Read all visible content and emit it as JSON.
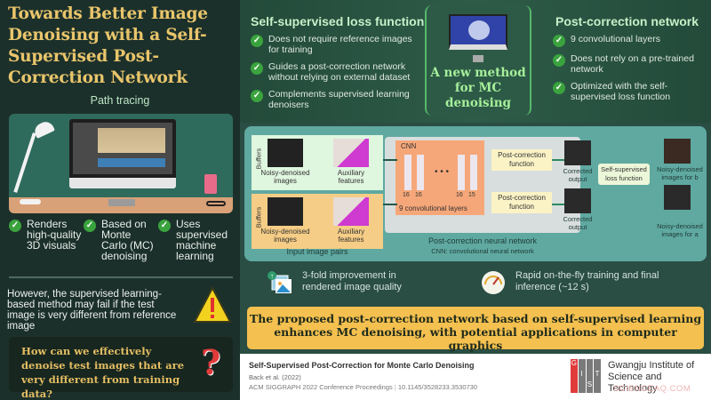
{
  "left": {
    "title": "Towards Better Image Denoising with a Self-Supervised Post-Correction Network",
    "path_tracing_label": "Path tracing",
    "features": [
      {
        "icon": "check-icon",
        "text": "Renders high-quality 3D visuals"
      },
      {
        "icon": "check-icon",
        "text": "Based on Monte Carlo (MC) denoising"
      },
      {
        "icon": "check-icon",
        "text": "Uses supervised machine learning"
      }
    ],
    "warning_text": "However, the supervised learning-based method may fail if the test image is very different from reference image",
    "warning_icon": "warning-triangle-icon",
    "question_text": "How can we effectively denoise test images that are very different from training data?",
    "question_mark": "?"
  },
  "top": {
    "loss_section": {
      "title": "Self-supervised loss function",
      "bullets": [
        "Does not require reference images for training",
        "Guides a post-correction network without relying on external dataset",
        "Complements supervised learning denoisers"
      ]
    },
    "center_text": "A new method for MC denoising",
    "network_section": {
      "title": "Post-correction network",
      "bullets": [
        "9 convolutional layers",
        "Does not rely on a pre-trained network",
        "Optimized with the self-supervised loss function"
      ]
    }
  },
  "diagram": {
    "buffer_label_a": "Buffers",
    "buffer_label_b": "Buffers",
    "noisy_denoised": "Noisy-denoised images",
    "auxiliary": "Auxiliary features",
    "input_pairs": "Input image pairs",
    "cnn_label": "CNN",
    "layer_nums": [
      "16",
      "16",
      "16",
      "15"
    ],
    "dots": "• • •",
    "conv_layers": "9 convolutional layers",
    "post_correction_function": "Post-correction function",
    "pcn_label": "Post-correction neural network",
    "cnn_note": "CNN: convolutional neural network",
    "corrected_output": "Corrected output",
    "loss_function": "Self-supervised loss function",
    "noisy_for_a": "Noisy-denoised images for a",
    "noisy_for_b": "Noisy-denoised images for b"
  },
  "highlights": [
    {
      "icon": "image-quality-icon",
      "text": "3-fold improvement in rendered image quality"
    },
    {
      "icon": "speedometer-icon",
      "text": "Rapid on-the-fly training and final inference (~12 s)"
    }
  ],
  "banner": "The proposed post-correction network based on self-supervised learning enhances MC denoising, with potential applications in computer graphics",
  "footer": {
    "paper_title": "Self-Supervised Post-Correction for Monte Carlo Denoising",
    "authors": "Back et al. (2022)",
    "venue": "ACM SIGGRAPH 2022 Conference Proceedings",
    "doi": "10.1145/3528233.3530730",
    "logo_letters": [
      "G",
      "I",
      "S",
      "T"
    ],
    "institution": "Gwangju Institute of Science and Technology",
    "watermark": "SCIENCEAQ.COM"
  },
  "colors": {
    "title_gold": "#e9c56b",
    "check_green": "#3aa33d",
    "banner_yellow": "#f4c04f",
    "diagram_teal": "#5fa9a1"
  }
}
